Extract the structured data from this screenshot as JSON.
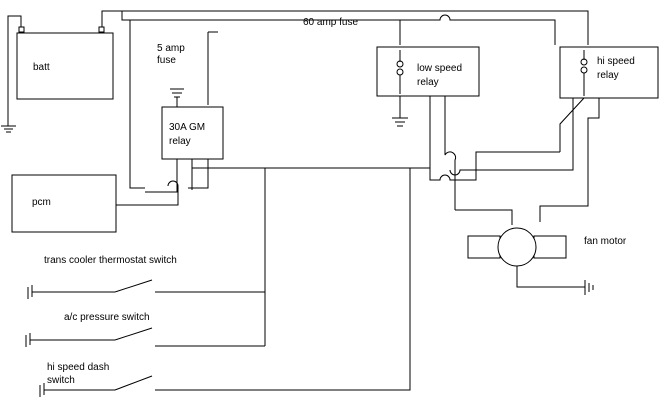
{
  "labels": {
    "batt": "batt",
    "fuse5_line1": "5 amp",
    "fuse5_line2": "fuse",
    "fuse60": "60 amp fuse",
    "gm_relay_line1": "30A GM",
    "gm_relay_line2": "relay",
    "pcm": "pcm",
    "low_relay_line1": "low speed",
    "low_relay_line2": "relay",
    "hi_relay_line1": "hi speed",
    "hi_relay_line2": "relay",
    "fan_motor": "fan motor",
    "trans_switch": "trans cooler thermostat switch",
    "ac_switch": "a/c pressure switch",
    "hi_dash_line1": "hi speed dash",
    "hi_dash_line2": "switch"
  }
}
